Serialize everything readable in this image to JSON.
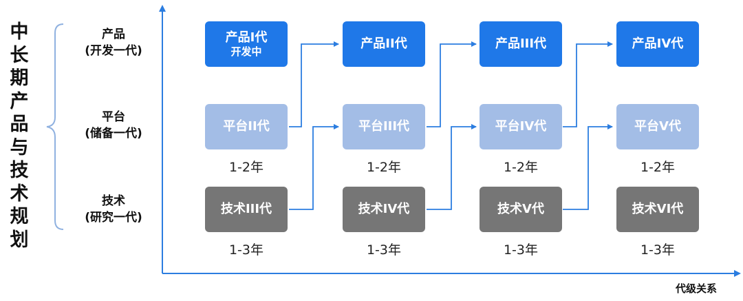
{
  "vertical_title": [
    "中",
    "长",
    "期",
    "产",
    "品",
    "与",
    "技",
    "术",
    "规",
    "划"
  ],
  "row_labels": [
    {
      "line1": "产品",
      "line2": "(开发一代)"
    },
    {
      "line1": "平台",
      "line2": "(储备一代)"
    },
    {
      "line1": "技术",
      "line2": "(研究一代)"
    }
  ],
  "products": [
    {
      "label": "产品I代",
      "sub": "开发中"
    },
    {
      "label": "产品II代"
    },
    {
      "label": "产品III代"
    },
    {
      "label": "产品IV代"
    }
  ],
  "platforms": [
    {
      "label": "平台II代",
      "duration": "1-2年"
    },
    {
      "label": "平台III代",
      "duration": "1-2年"
    },
    {
      "label": "平台IV代",
      "duration": "1-2年"
    },
    {
      "label": "平台V代",
      "duration": "1-2年"
    }
  ],
  "techs": [
    {
      "label": "技术III代",
      "duration": "1-3年"
    },
    {
      "label": "技术IV代",
      "duration": "1-3年"
    },
    {
      "label": "技术V代",
      "duration": "1-3年"
    },
    {
      "label": "技术VI代",
      "duration": "1-3年"
    }
  ],
  "x_axis_label": "代级关系",
  "colors": {
    "product": "#1f78e8",
    "platform": "#a3bde6",
    "tech": "#767676",
    "connector": "#2b7de0",
    "axis": "#2b7de0",
    "brace": "#8fb1e0"
  }
}
